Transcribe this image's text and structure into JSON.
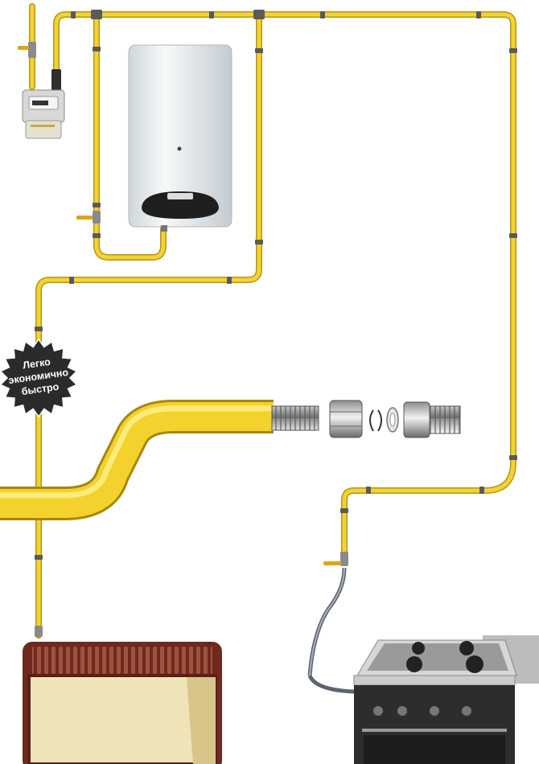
{
  "badge": {
    "lines": [
      "Легко",
      "экономично",
      "быстро"
    ]
  },
  "colors": {
    "pipe": "#f2d23a",
    "pipe_edge": "#b8960c",
    "clip": "#5a5a5a",
    "badge_bg": "#2b2b2b",
    "badge_text": "#ffffff",
    "boiler_body": "#e9eef1",
    "heater_body": "#efe4b8",
    "heater_frame": "#6e2a1f",
    "stove_body": "#2d2d2d",
    "counter": "#c9c9c9"
  },
  "icons": [
    "gas-meter-icon",
    "water-heater-icon",
    "gas-heater-icon",
    "gas-stove-icon",
    "corrugated-hose-icon",
    "union-nut-icon",
    "split-ring-icon",
    "gasket-icon",
    "threaded-fitting-icon",
    "ball-valve-icon",
    "pipe-clip-icon"
  ]
}
